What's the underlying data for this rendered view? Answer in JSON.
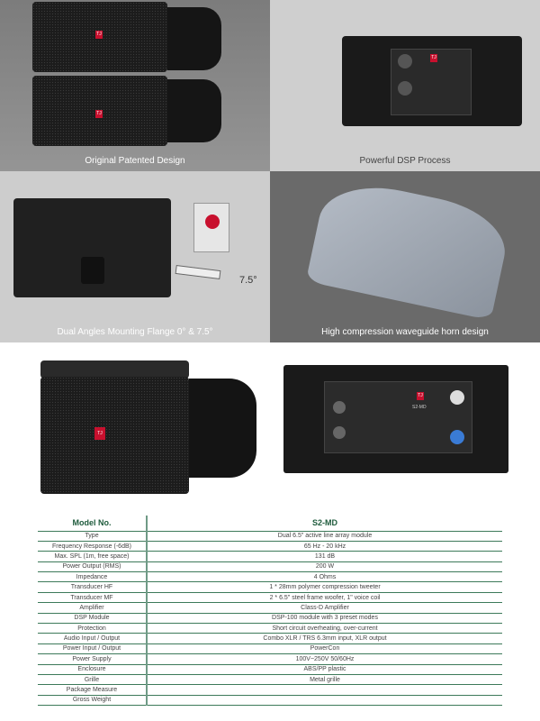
{
  "panels": [
    {
      "caption": "Original Patented Design"
    },
    {
      "caption": "Powerful DSP Process"
    },
    {
      "caption": "Dual Angles Mounting Flange 0° & 7.5°",
      "angle_label": "7.5°"
    },
    {
      "caption": "High compression waveguide horn design"
    }
  ],
  "brand_logo": "TJ",
  "panel_model_label": "S2-MD",
  "spec_table": {
    "header": [
      "Model No.",
      "S2-MD"
    ],
    "rows": [
      [
        "Type",
        "Dual 6.5\" active line array module"
      ],
      [
        "Frequency Response (-6dB)",
        "65 Hz - 20 kHz"
      ],
      [
        "Max. SPL (1m, free space)",
        "131 dB"
      ],
      [
        "Power Output (RMS)",
        "200 W"
      ],
      [
        "Impedance",
        "4 Ohms"
      ],
      [
        "Transducer HF",
        "1 * 28mm polymer compression tweeter"
      ],
      [
        "Transducer MF",
        "2 * 6.5\" steel frame woofer, 1\" voice coil"
      ],
      [
        "Amplifier",
        "Class-D Amplifier"
      ],
      [
        "DSP Module",
        "DSP-100 module with 3 preset modes"
      ],
      [
        "Protection",
        "Short circuit overheating, over-current"
      ],
      [
        "Audio Input / Output",
        "Combo XLR / TRS 6.3mm input, XLR output"
      ],
      [
        "Power Input / Output",
        "PowerCon"
      ],
      [
        "Power Supply",
        "100V~250V 50/60Hz"
      ],
      [
        "Enclosure",
        "ABS/PP plastic"
      ],
      [
        "Grille",
        "Metal grille"
      ],
      [
        "Package Measure",
        ""
      ],
      [
        "Gross Weight",
        ""
      ]
    ]
  }
}
